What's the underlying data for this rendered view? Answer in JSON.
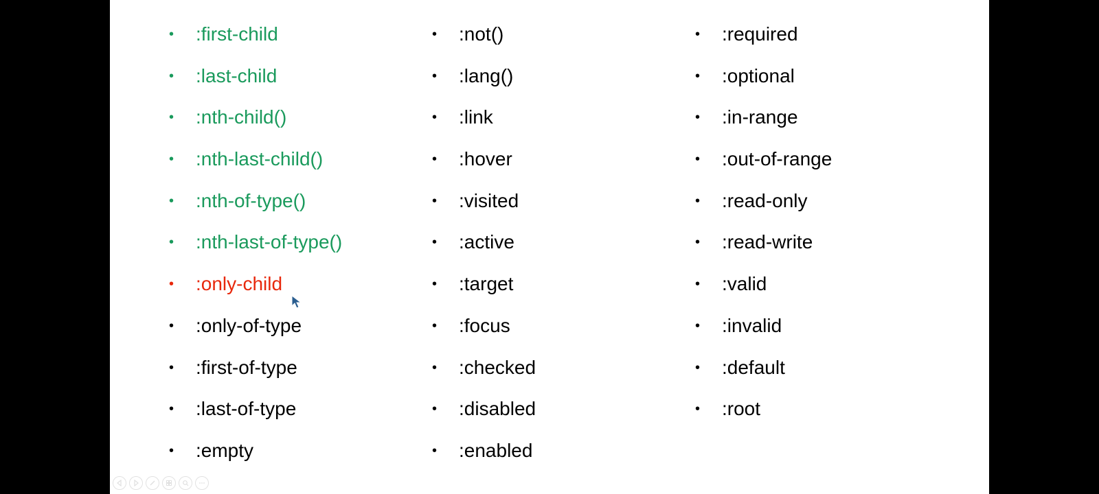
{
  "colors": {
    "green": "#1a9a5c",
    "red": "#e8280c",
    "black": "#000000"
  },
  "bullet_glyph": "•",
  "columns": [
    [
      {
        "label": ":first-child",
        "color": "green"
      },
      {
        "label": ":last-child",
        "color": "green"
      },
      {
        "label": ":nth-child()",
        "color": "green"
      },
      {
        "label": ":nth-last-child()",
        "color": "green"
      },
      {
        "label": ":nth-of-type()",
        "color": "green"
      },
      {
        "label": ":nth-last-of-type()",
        "color": "green"
      },
      {
        "label": ":only-child",
        "color": "red"
      },
      {
        "label": ":only-of-type",
        "color": "black"
      },
      {
        "label": ":first-of-type",
        "color": "black"
      },
      {
        "label": ":last-of-type",
        "color": "black"
      },
      {
        "label": ":empty",
        "color": "black"
      }
    ],
    [
      {
        "label": ":not()",
        "color": "black"
      },
      {
        "label": ":lang()",
        "color": "black"
      },
      {
        "label": ":link",
        "color": "black"
      },
      {
        "label": ":hover",
        "color": "black"
      },
      {
        "label": ":visited",
        "color": "black"
      },
      {
        "label": ":active",
        "color": "black"
      },
      {
        "label": ":target",
        "color": "black"
      },
      {
        "label": ":focus",
        "color": "black"
      },
      {
        "label": ":checked",
        "color": "black"
      },
      {
        "label": ":disabled",
        "color": "black"
      },
      {
        "label": ":enabled",
        "color": "black"
      }
    ],
    [
      {
        "label": ":required",
        "color": "black"
      },
      {
        "label": ":optional",
        "color": "black"
      },
      {
        "label": ":in-range",
        "color": "black"
      },
      {
        "label": ":out-of-range",
        "color": "black"
      },
      {
        "label": ":read-only",
        "color": "black"
      },
      {
        "label": ":read-write",
        "color": "black"
      },
      {
        "label": ":valid",
        "color": "black"
      },
      {
        "label": ":invalid",
        "color": "black"
      },
      {
        "label": ":default",
        "color": "black"
      },
      {
        "label": ":root",
        "color": "black"
      }
    ]
  ],
  "toolbar": {
    "buttons": [
      {
        "icon": "previous-icon"
      },
      {
        "icon": "next-icon"
      },
      {
        "icon": "pen-icon"
      },
      {
        "icon": "slides-icon"
      },
      {
        "icon": "zoom-icon"
      },
      {
        "icon": "more-icon"
      }
    ]
  }
}
